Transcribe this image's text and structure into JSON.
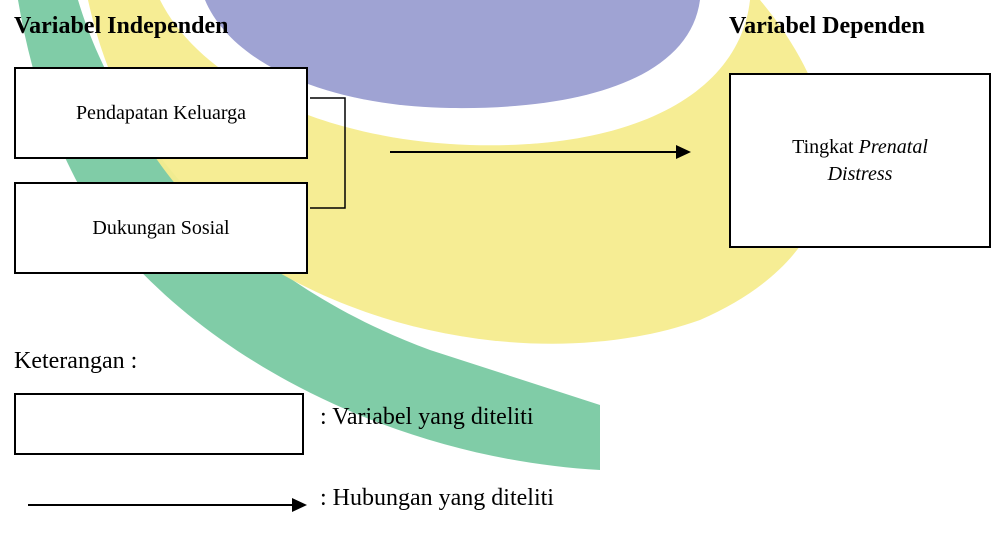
{
  "headings": {
    "independent": "Variabel Independen",
    "dependent": "Variabel Dependen"
  },
  "boxes": {
    "family_income": "Pendapatan Keluarga",
    "social_support": "Dukungan Sosial",
    "level_prefix": "Tingkat",
    "level_prenatal": "Prenatal",
    "level_distress": "Distress"
  },
  "legend": {
    "title": "Keterangan :",
    "box_desc": ": Variabel yang diteliti",
    "arrow_desc": ": Hubungan yang diteliti"
  },
  "colors": {
    "watermark_blue": "#9fa3d3",
    "watermark_yellow": "#f6ec8e",
    "watermark_green": "#79c9a2"
  }
}
